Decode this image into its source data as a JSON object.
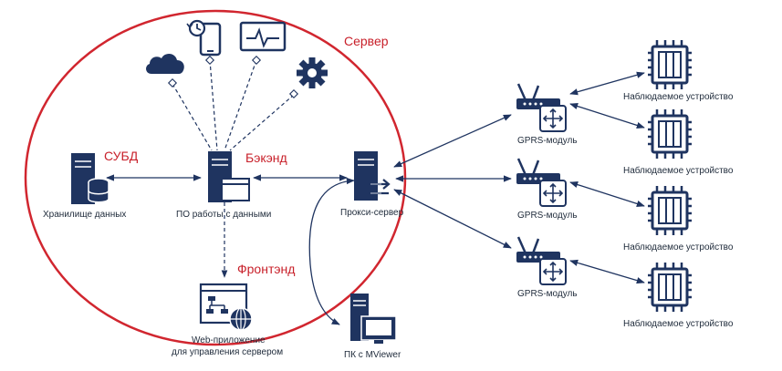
{
  "labels": {
    "server": "Сервер",
    "dbms": "СУБД",
    "backend": "Бэкэнд",
    "frontend": "Фронтэнд",
    "storage": "Хранилище данных",
    "software": "ПО работы с данными",
    "proxy": "Прокси-сервер",
    "web_line1": "Web-приложение",
    "web_line2": "для управления сервером",
    "pc": "ПК с MViewer",
    "gprs": [
      "GPRS-модуль",
      "GPRS-модуль",
      "GPRS-модуль"
    ],
    "devices": [
      "Наблюдаемое устройство",
      "Наблюдаемое устройство",
      "Наблюдаемое устройство",
      "Наблюдаемое устройство"
    ]
  },
  "icons": {
    "cloud": "cloud-icon",
    "mobile": "mobile-sync-icon",
    "monitor": "monitor-graph-icon",
    "gear": "gear-icon"
  },
  "colors": {
    "accent": "#c8202a",
    "navy": "#1f3460",
    "text": "#1e2a3a"
  }
}
